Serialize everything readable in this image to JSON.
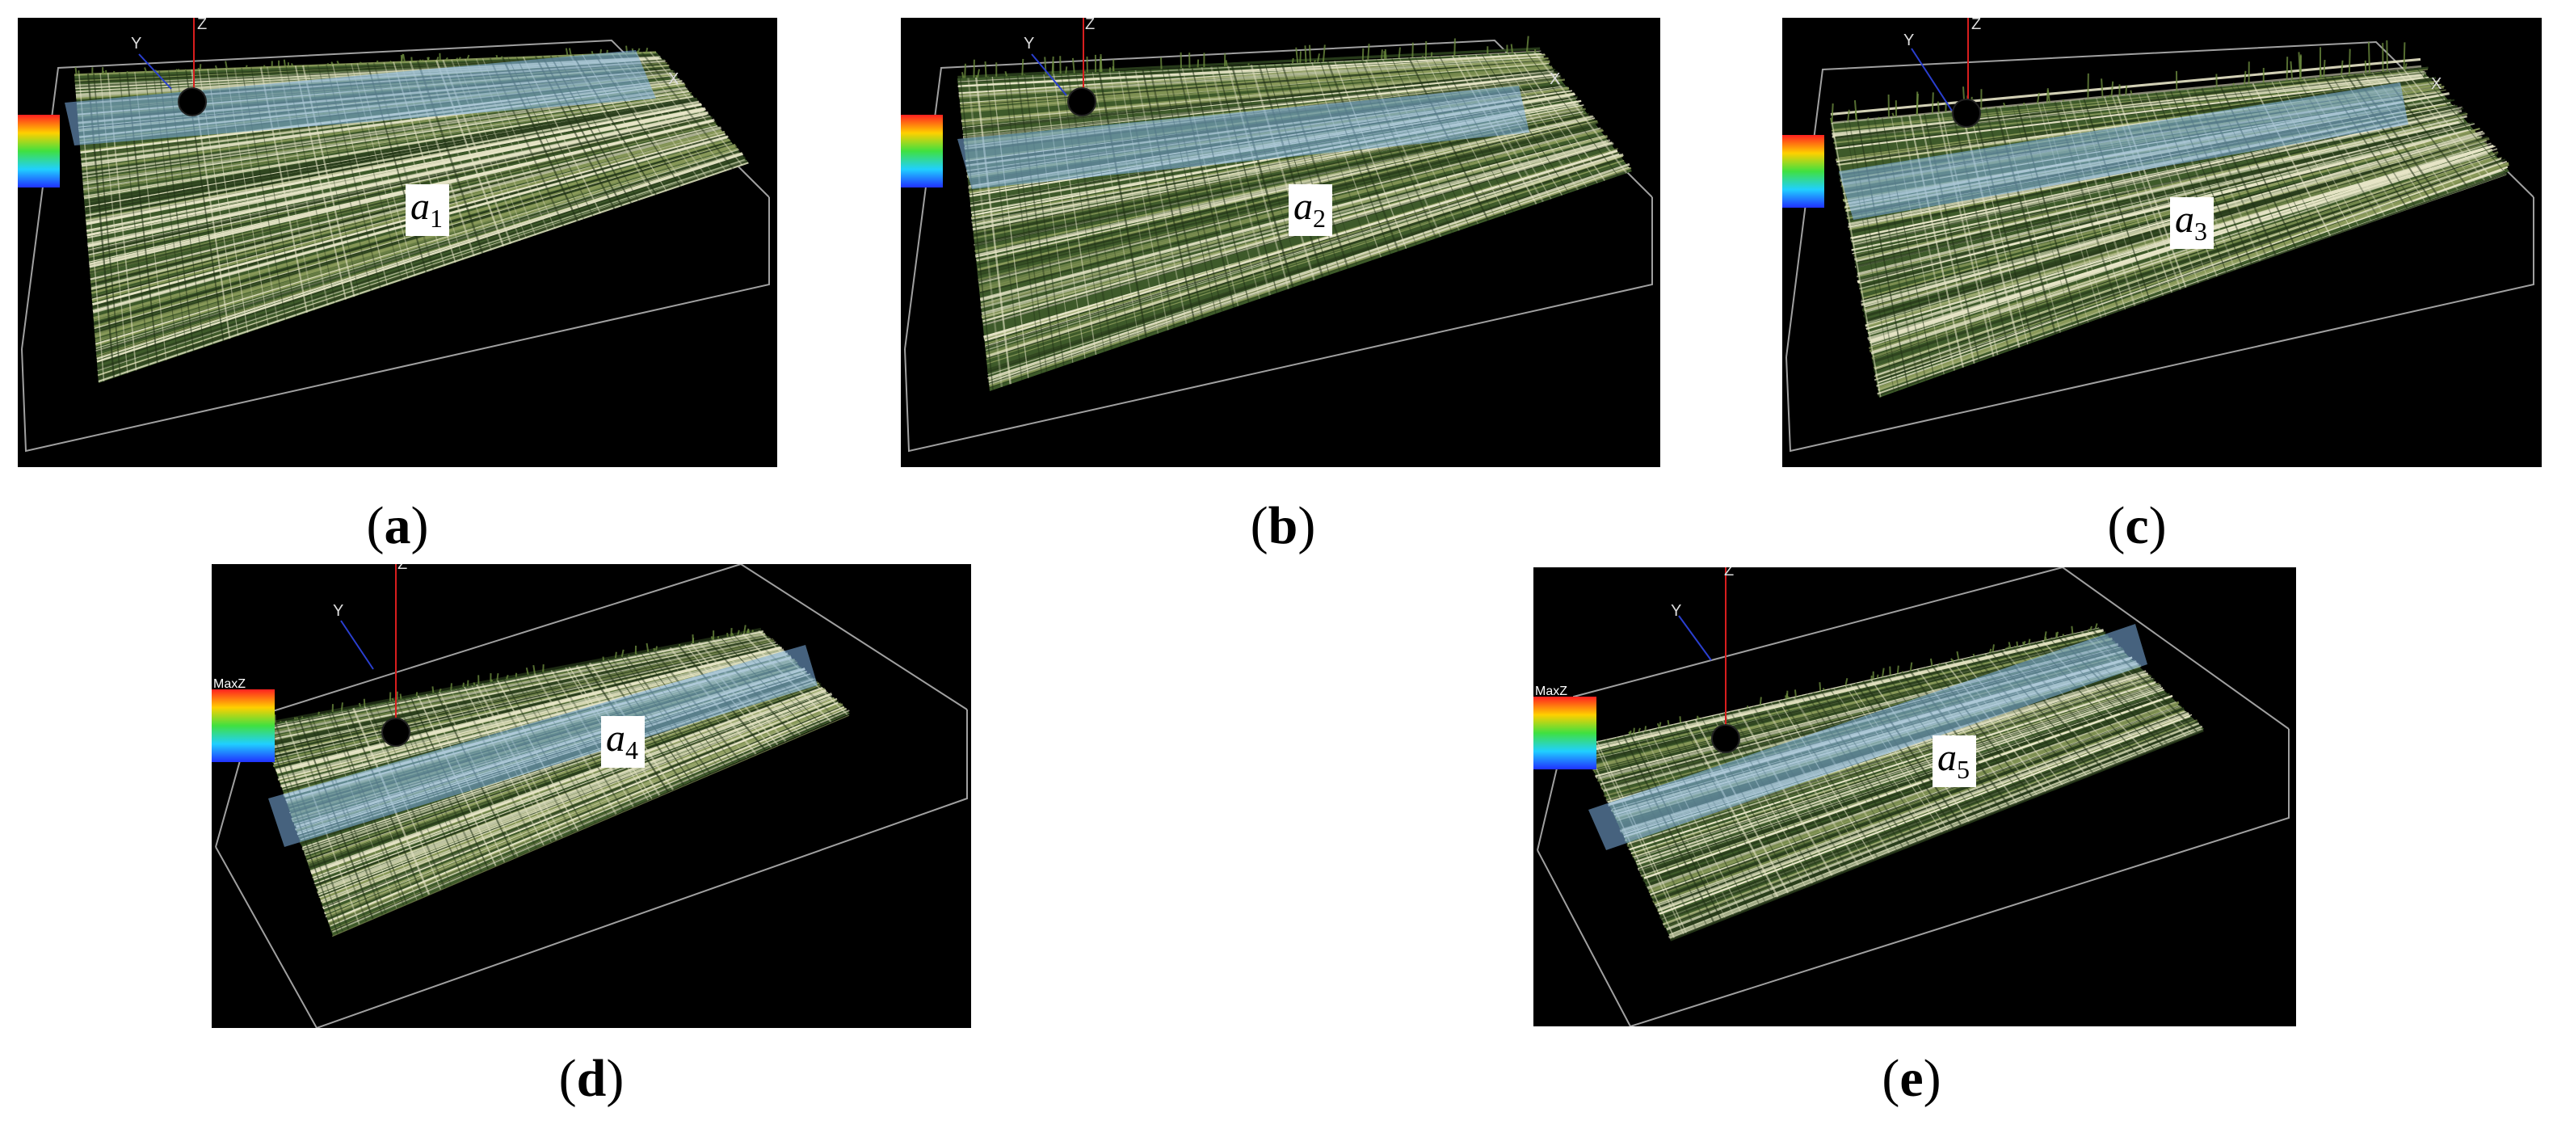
{
  "panels": [
    {
      "id": "a",
      "caption": "a",
      "point": "a",
      "point_sub": "1",
      "axis_labels": {
        "x": "X",
        "y": "Y",
        "z": "Z"
      },
      "colorbar_label": ""
    },
    {
      "id": "b",
      "caption": "b",
      "point": "a",
      "point_sub": "2",
      "axis_labels": {
        "x": "X",
        "y": "Y",
        "z": "Z"
      },
      "colorbar_label": ""
    },
    {
      "id": "c",
      "caption": "c",
      "point": "a",
      "point_sub": "3",
      "axis_labels": {
        "x": "X",
        "y": "Y",
        "z": "Z"
      },
      "colorbar_label": ""
    },
    {
      "id": "d",
      "caption": "d",
      "point": "a",
      "point_sub": "4",
      "axis_labels": {
        "x": "",
        "y": "Y",
        "z": "Z"
      },
      "colorbar_label": "MaxZ"
    },
    {
      "id": "e",
      "caption": "e",
      "point": "a",
      "point_sub": "5",
      "axis_labels": {
        "x": "",
        "y": "Y",
        "z": "Z"
      },
      "colorbar_label": "MaxZ"
    }
  ],
  "colors": {
    "background": "#000000",
    "box_edges": "#c8c8c8",
    "section_plane": "#7fb2e5",
    "z_axis": "#d81e1e",
    "y_axis": "#2a3fd0",
    "surface_light": "#e8e6c8",
    "surface_dark": "#3e5a2a"
  }
}
